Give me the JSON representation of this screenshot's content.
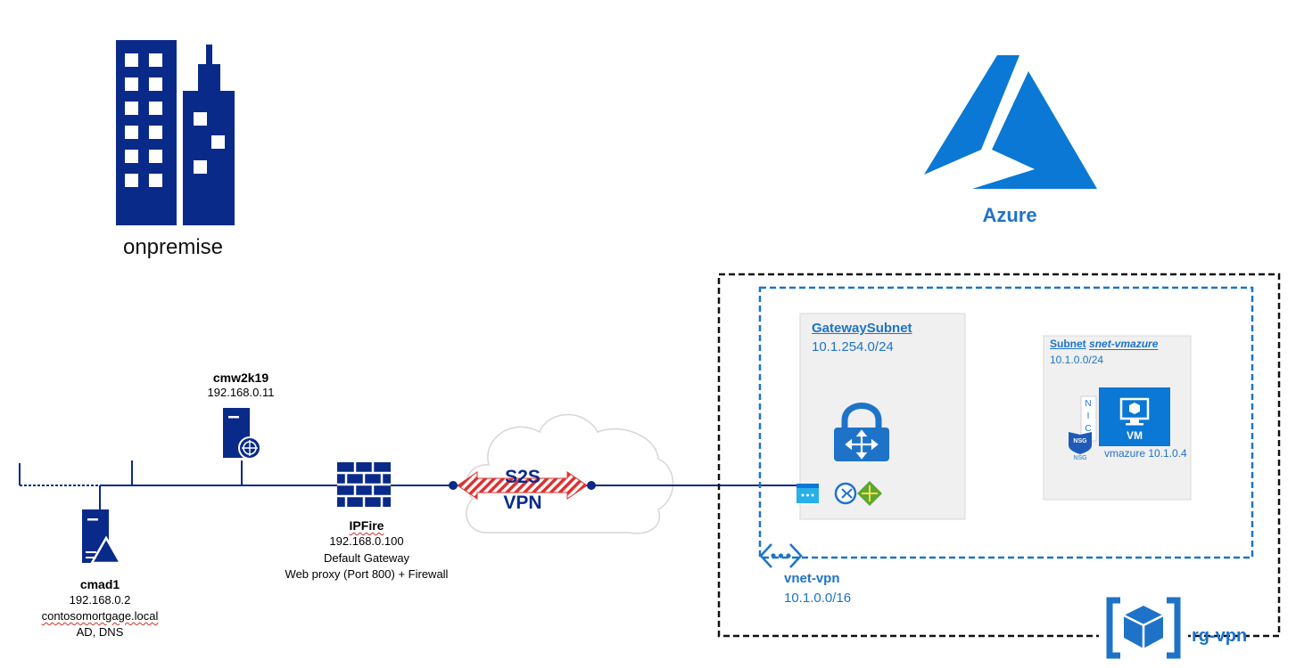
{
  "onpremise": {
    "label": "onpremise"
  },
  "azure": {
    "label": "Azure"
  },
  "hosts": {
    "cmw2k19": {
      "name": "cmw2k19",
      "ip": "192.168.0.11"
    },
    "cmad1": {
      "name": "cmad1",
      "ip": "192.168.0.2",
      "domain": "contosomortgage.local",
      "roles": "AD, DNS"
    },
    "ipfire": {
      "name": "IPFire",
      "ip": "192.168.0.100",
      "role": "Default Gateway",
      "service": "Web proxy (Port 800) + Firewall"
    }
  },
  "vpn": {
    "line1": "S2S",
    "line2": "VPN"
  },
  "gateway_subnet": {
    "name": "GatewaySubnet",
    "cidr": "10.1.254.0/24"
  },
  "vm_subnet": {
    "prefix": "Subnet",
    "name": "snet-vmazure",
    "cidr": "10.1.0.0/24",
    "nic_letters": [
      "N",
      "I",
      "C"
    ],
    "nsg_badge": "NSG",
    "nsg_label": "NSG",
    "vm_badge": "VM",
    "vm_caption": "vmazure 10.1.0.4"
  },
  "vnet": {
    "name": "vnet-vpn",
    "cidr": "10.1.0.0/16"
  },
  "resource_group": {
    "name": "rg-vpn"
  },
  "colors": {
    "navy": "#0a2a8a",
    "azure_blue": "#1e73c9",
    "subnet_bg": "#f0f0f0"
  },
  "icons": [
    "building-icon",
    "azure-logo-icon",
    "web-server-icon",
    "ad-server-icon",
    "firewall-icon",
    "cloud-icon",
    "vpn-gateway-icon",
    "local-network-gateway-icon",
    "connection-icon",
    "route-icon",
    "vm-icon",
    "nsg-icon",
    "vnet-icon",
    "resource-group-icon"
  ]
}
